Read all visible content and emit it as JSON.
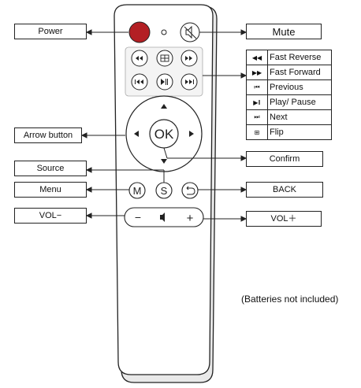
{
  "callouts": {
    "power": "Power",
    "mute": "Mute",
    "arrow_button": "Arrow button",
    "source": "Source",
    "menu": "Menu",
    "vol_minus": "VOL−",
    "confirm": "Confirm",
    "back": "BACK",
    "vol_plus": "VOL＋"
  },
  "legend": [
    {
      "icon": "◀◀",
      "icon_name": "fast-reverse-icon",
      "label": "Fast Reverse"
    },
    {
      "icon": "▶▶",
      "icon_name": "fast-forward-icon",
      "label": "Fast Forward"
    },
    {
      "icon": "⏮",
      "icon_name": "previous-icon",
      "label": "Previous"
    },
    {
      "icon": "▶‖",
      "icon_name": "play-pause-icon",
      "label": "Play/ Pause"
    },
    {
      "icon": "⏭",
      "icon_name": "next-icon",
      "label": "Next"
    },
    {
      "icon": "⊞",
      "icon_name": "flip-icon",
      "label": "Flip"
    }
  ],
  "remote": {
    "ok": "OK",
    "m": "M",
    "s": "S",
    "vol_minus_sign": "−",
    "vol_plus_sign": "+",
    "power_color": "#b31f24"
  },
  "note": "(Batteries not included)"
}
